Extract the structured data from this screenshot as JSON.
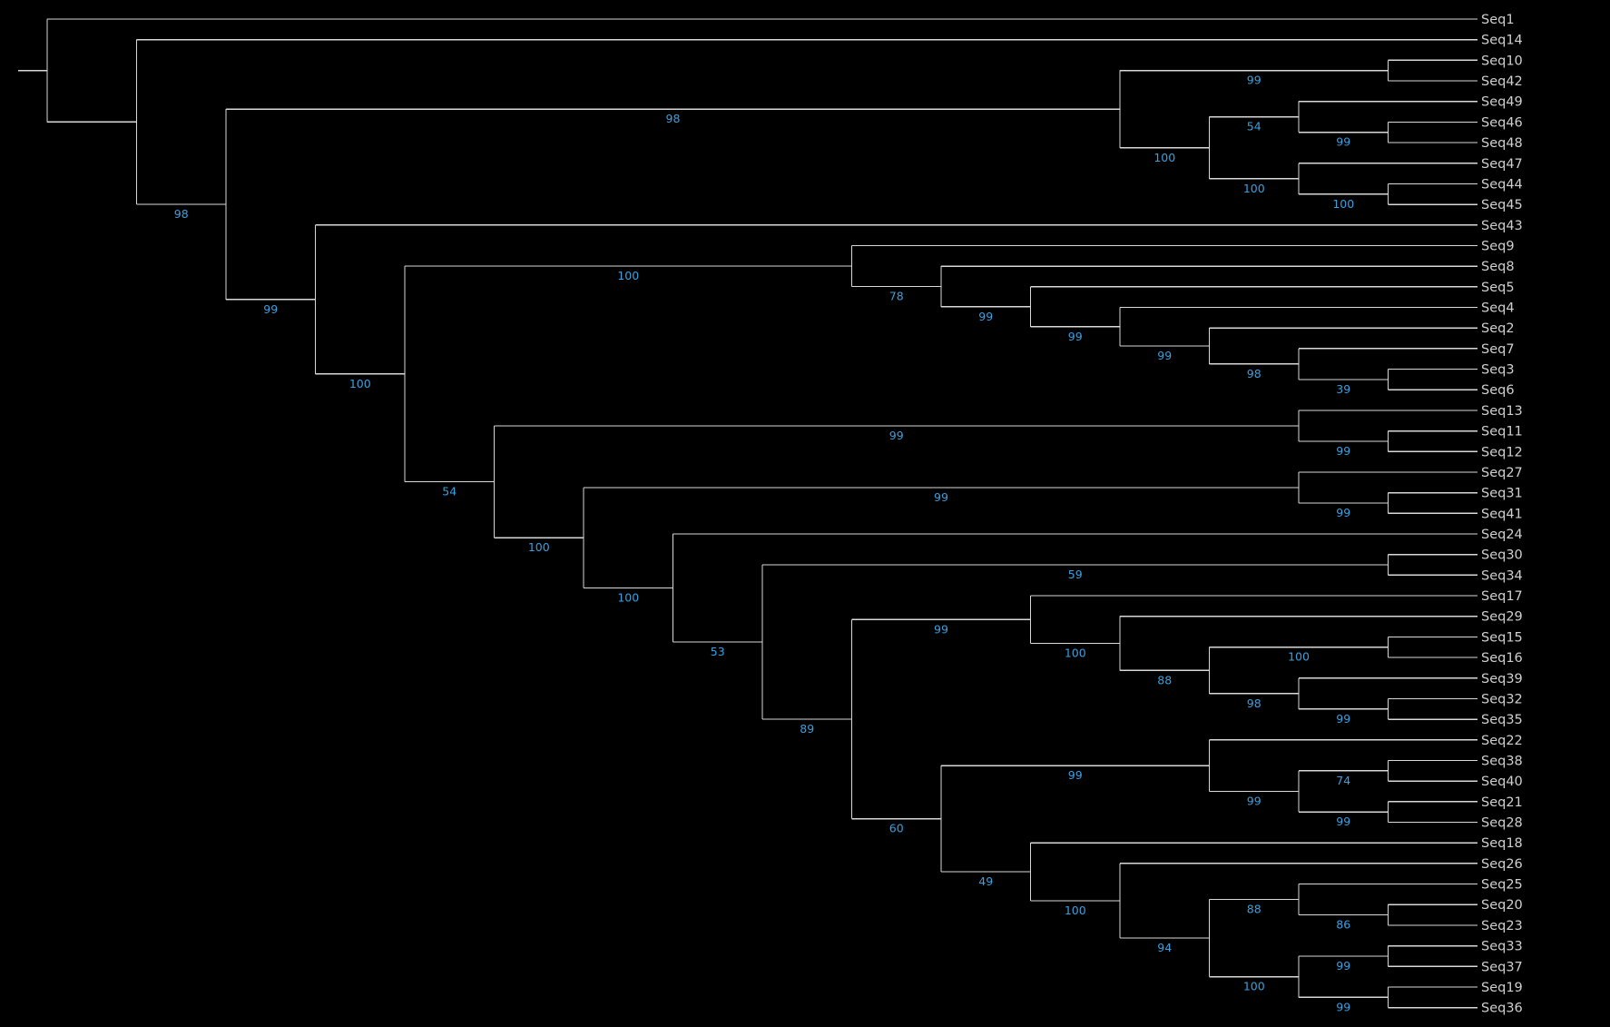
{
  "colors": {
    "background": "#000000",
    "branch": "#d8d8d8",
    "leaf_label": "#cfcfcf",
    "support_label": "#3aa0e0"
  },
  "tree": {
    "c": [
      {
        "n": "Seq1"
      },
      {
        "c": [
          {
            "n": "Seq14"
          },
          {
            "s": "98",
            "c": [
              {
                "s": "98",
                "c": [
                  {
                    "s": "99",
                    "c": [
                      {
                        "n": "Seq10"
                      },
                      {
                        "n": "Seq42"
                      }
                    ]
                  },
                  {
                    "s": "100",
                    "c": [
                      {
                        "s": "54",
                        "c": [
                          {
                            "n": "Seq49"
                          },
                          {
                            "s": "99",
                            "c": [
                              {
                                "n": "Seq46"
                              },
                              {
                                "n": "Seq48"
                              }
                            ]
                          }
                        ]
                      },
                      {
                        "s": "100",
                        "c": [
                          {
                            "n": "Seq47"
                          },
                          {
                            "s": "100",
                            "c": [
                              {
                                "n": "Seq44"
                              },
                              {
                                "n": "Seq45"
                              }
                            ]
                          }
                        ]
                      }
                    ]
                  }
                ]
              },
              {
                "s": "99",
                "c": [
                  {
                    "n": "Seq43"
                  },
                  {
                    "s": "100",
                    "c": [
                      {
                        "s": "100",
                        "c": [
                          {
                            "n": "Seq9"
                          },
                          {
                            "s": "78",
                            "c": [
                              {
                                "n": "Seq8"
                              },
                              {
                                "s": "99",
                                "c": [
                                  {
                                    "n": "Seq5"
                                  },
                                  {
                                    "s": "99",
                                    "c": [
                                      {
                                        "n": "Seq4"
                                      },
                                      {
                                        "s": "99",
                                        "c": [
                                          {
                                            "n": "Seq2"
                                          },
                                          {
                                            "s": "98",
                                            "c": [
                                              {
                                                "n": "Seq7"
                                              },
                                              {
                                                "s": "39",
                                                "c": [
                                                  {
                                                    "n": "Seq3"
                                                  },
                                                  {
                                                    "n": "Seq6"
                                                  }
                                                ]
                                              }
                                            ]
                                          }
                                        ]
                                      }
                                    ]
                                  }
                                ]
                              }
                            ]
                          }
                        ]
                      },
                      {
                        "s": "54",
                        "c": [
                          {
                            "s": "99",
                            "c": [
                              {
                                "n": "Seq13"
                              },
                              {
                                "s": "99",
                                "c": [
                                  {
                                    "n": "Seq11"
                                  },
                                  {
                                    "n": "Seq12"
                                  }
                                ]
                              }
                            ]
                          },
                          {
                            "s": "100",
                            "c": [
                              {
                                "s": "99",
                                "c": [
                                  {
                                    "n": "Seq27"
                                  },
                                  {
                                    "s": "99",
                                    "c": [
                                      {
                                        "n": "Seq31"
                                      },
                                      {
                                        "n": "Seq41"
                                      }
                                    ]
                                  }
                                ]
                              },
                              {
                                "s": "100",
                                "c": [
                                  {
                                    "n": "Seq24"
                                  },
                                  {
                                    "s": "53",
                                    "c": [
                                      {
                                        "s": "59",
                                        "c": [
                                          {
                                            "n": "Seq30"
                                          },
                                          {
                                            "n": "Seq34"
                                          }
                                        ]
                                      },
                                      {
                                        "s": "89",
                                        "c": [
                                          {
                                            "s": "99",
                                            "c": [
                                              {
                                                "n": "Seq17"
                                              },
                                              {
                                                "s": "100",
                                                "c": [
                                                  {
                                                    "n": "Seq29"
                                                  },
                                                  {
                                                    "s": "88",
                                                    "c": [
                                                      {
                                                        "s": "100",
                                                        "c": [
                                                          {
                                                            "n": "Seq15"
                                                          },
                                                          {
                                                            "n": "Seq16"
                                                          }
                                                        ]
                                                      },
                                                      {
                                                        "s": "98",
                                                        "c": [
                                                          {
                                                            "n": "Seq39"
                                                          },
                                                          {
                                                            "s": "99",
                                                            "c": [
                                                              {
                                                                "n": "Seq32"
                                                              },
                                                              {
                                                                "n": "Seq35"
                                                              }
                                                            ]
                                                          }
                                                        ]
                                                      }
                                                    ]
                                                  }
                                                ]
                                              }
                                            ]
                                          },
                                          {
                                            "s": "60",
                                            "c": [
                                              {
                                                "s": "99",
                                                "c": [
                                                  {
                                                    "n": "Seq22"
                                                  },
                                                  {
                                                    "s": "99",
                                                    "c": [
                                                      {
                                                        "s": "74",
                                                        "c": [
                                                          {
                                                            "n": "Seq38"
                                                          },
                                                          {
                                                            "n": "Seq40"
                                                          }
                                                        ]
                                                      },
                                                      {
                                                        "s": "99",
                                                        "c": [
                                                          {
                                                            "n": "Seq21"
                                                          },
                                                          {
                                                            "n": "Seq28"
                                                          }
                                                        ]
                                                      }
                                                    ]
                                                  }
                                                ]
                                              },
                                              {
                                                "s": "49",
                                                "c": [
                                                  {
                                                    "n": "Seq18"
                                                  },
                                                  {
                                                    "s": "100",
                                                    "c": [
                                                      {
                                                        "n": "Seq26"
                                                      },
                                                      {
                                                        "s": "94",
                                                        "c": [
                                                          {
                                                            "s": "88",
                                                            "c": [
                                                              {
                                                                "n": "Seq25"
                                                              },
                                                              {
                                                                "s": "86",
                                                                "c": [
                                                                  {
                                                                    "n": "Seq20"
                                                                  },
                                                                  {
                                                                    "n": "Seq23"
                                                                  }
                                                                ]
                                                              }
                                                            ]
                                                          },
                                                          {
                                                            "s": "100",
                                                            "c": [
                                                              {
                                                                "s": "99",
                                                                "c": [
                                                                  {
                                                                    "n": "Seq33"
                                                                  },
                                                                  {
                                                                    "n": "Seq37"
                                                                  }
                                                                ]
                                                              },
                                                              {
                                                                "s": "99",
                                                                "c": [
                                                                  {
                                                                    "n": "Seq19"
                                                                  },
                                                                  {
                                                                    "n": "Seq36"
                                                                  }
                                                                ]
                                                              }
                                                            ]
                                                          }
                                                        ]
                                                      }
                                                    ]
                                                  }
                                                ]
                                              }
                                            ]
                                          }
                                        ]
                                      }
                                    ]
                                  }
                                ]
                              }
                            ]
                          }
                        ]
                      }
                    ]
                  }
                ]
              }
            ]
          }
        ]
      }
    ]
  }
}
